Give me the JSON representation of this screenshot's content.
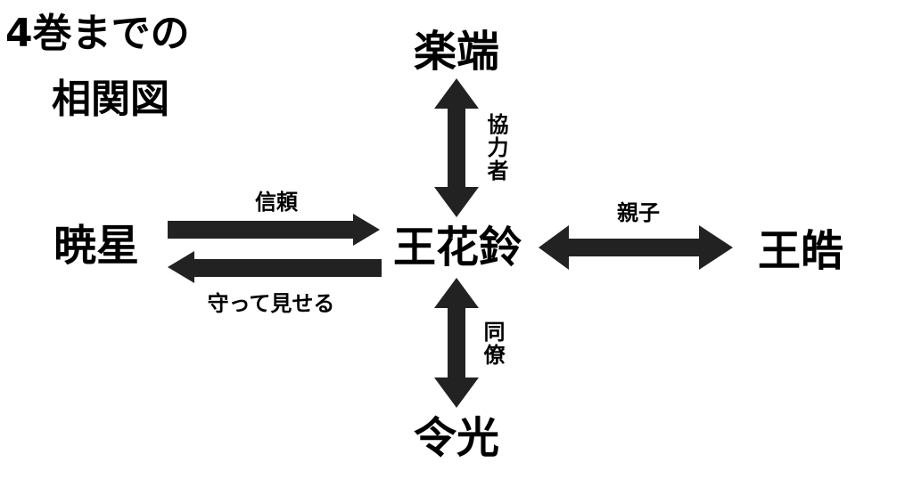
{
  "title": {
    "line1": "4巻までの",
    "line2": "相関図"
  },
  "nodes": {
    "center": "王花鈴",
    "top": "楽端",
    "bottom": "令光",
    "left": "暁星",
    "right": "王皓"
  },
  "edges": {
    "top": "協力者",
    "bottom": "同僚",
    "right": "親子",
    "left_to_center": "信頼",
    "center_to_left": "守って見せる"
  },
  "colors": {
    "arrow": "#222222",
    "text": "#000000",
    "background": "#ffffff"
  }
}
